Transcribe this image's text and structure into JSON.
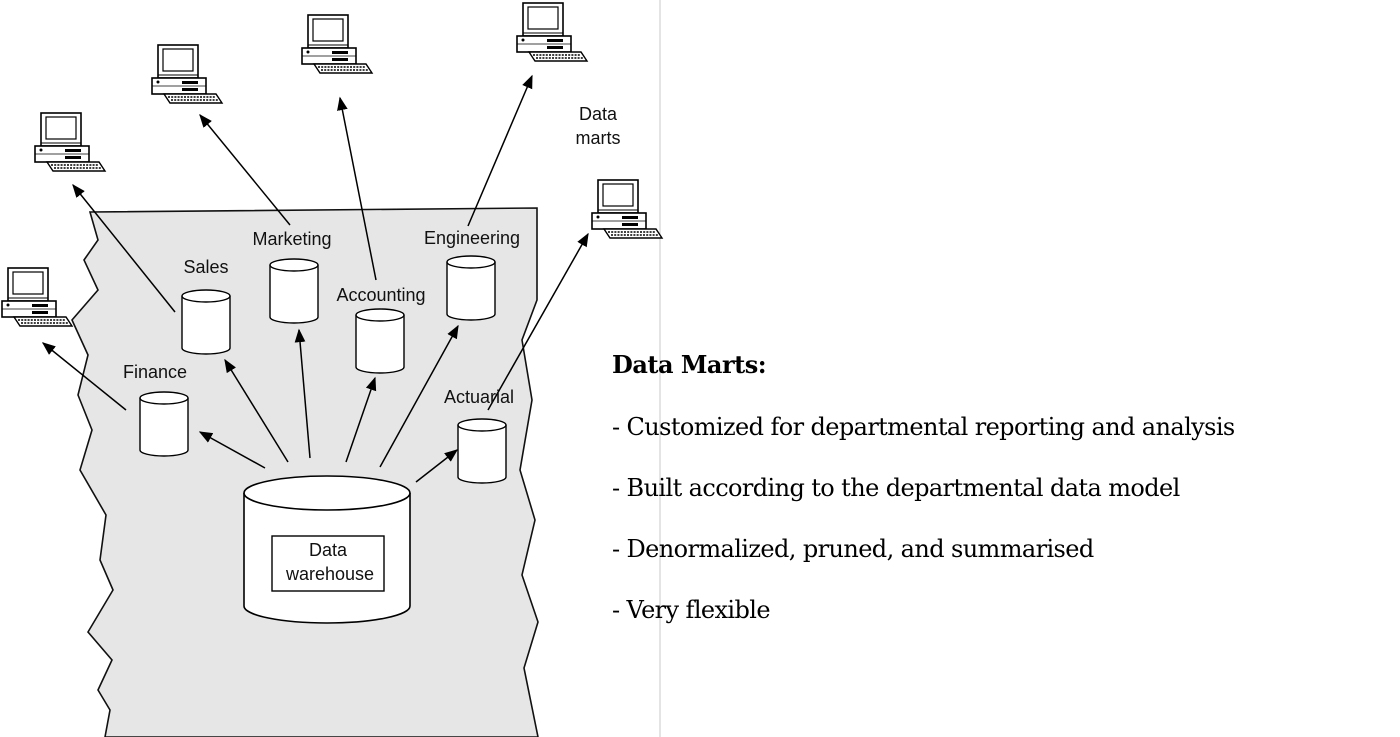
{
  "diagram": {
    "warehouse_label_line1": "Data",
    "warehouse_label_line2": "warehouse",
    "data_marts_line1": "Data",
    "data_marts_line2": "marts",
    "marts": {
      "finance": "Finance",
      "sales": "Sales",
      "marketing": "Marketing",
      "accounting": "Accounting",
      "engineering": "Engineering",
      "actuarial": "Actuarial"
    },
    "icons": {
      "computer": "computer-icon",
      "database": "database-cylinder-icon"
    },
    "colors": {
      "background_region": "#e6e6e6",
      "lines": "#000000"
    }
  },
  "notes": {
    "title": "Data Marts:",
    "points": [
      "- Customized for departmental reporting and analysis",
      "- Built according to the departmental data model",
      "- Denormalized, pruned, and summarised",
      "- Very flexible"
    ]
  }
}
